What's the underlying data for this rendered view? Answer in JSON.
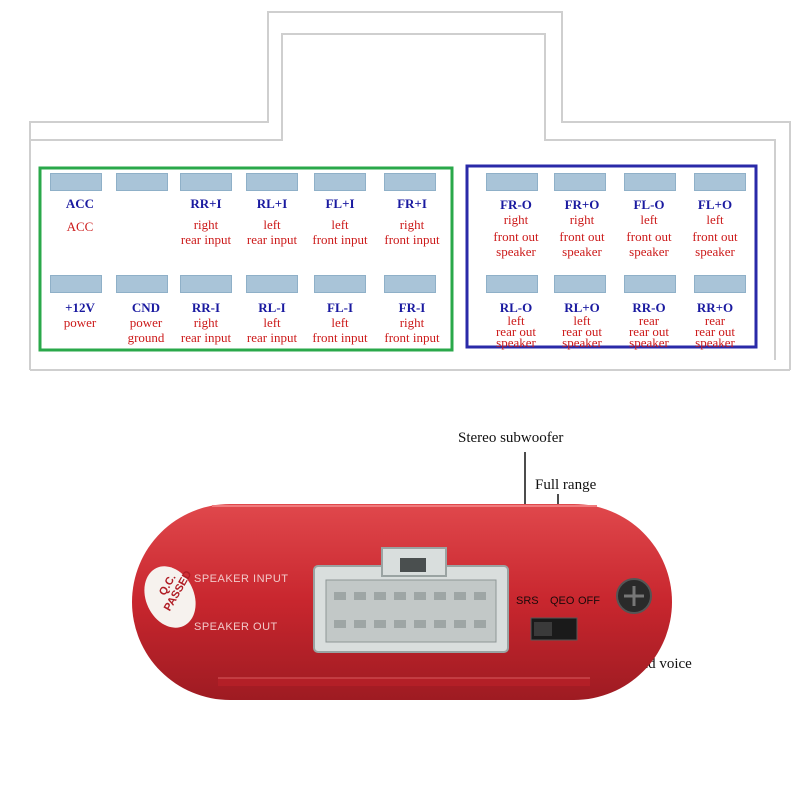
{
  "pins_top_left": [
    {
      "code": "ACC",
      "desc1": "ACC",
      "desc2": ""
    },
    {
      "code": "",
      "desc1": "",
      "desc2": ""
    },
    {
      "code": "RR+I",
      "desc1": "right",
      "desc2": "rear input"
    },
    {
      "code": "RL+I",
      "desc1": "left",
      "desc2": "rear input"
    },
    {
      "code": "FL+I",
      "desc1": "left",
      "desc2": "front input"
    },
    {
      "code": "FR+I",
      "desc1": "right",
      "desc2": "front input"
    }
  ],
  "pins_bottom_left": [
    {
      "code": "+12V",
      "desc1": "power",
      "desc2": ""
    },
    {
      "code": "CND",
      "desc1": "power",
      "desc2": "ground"
    },
    {
      "code": "RR-I",
      "desc1": "right",
      "desc2": "rear input"
    },
    {
      "code": "RL-I",
      "desc1": "left",
      "desc2": "rear input"
    },
    {
      "code": "FL-I",
      "desc1": "left",
      "desc2": "front input"
    },
    {
      "code": "FR-I",
      "desc1": "right",
      "desc2": "front input"
    }
  ],
  "pins_top_right": [
    {
      "code": "FR-O",
      "desc1": "right",
      "desc2": "front out",
      "desc3": "speaker"
    },
    {
      "code": "FR+O",
      "desc1": "right",
      "desc2": "front out",
      "desc3": "speaker"
    },
    {
      "code": "FL-O",
      "desc1": "left",
      "desc2": "front out",
      "desc3": "speaker"
    },
    {
      "code": "FL+O",
      "desc1": "left",
      "desc2": "front out",
      "desc3": "speaker"
    }
  ],
  "pins_bottom_right": [
    {
      "code": "RL-O",
      "desc1": "left",
      "desc2": "rear out",
      "desc3": "speaker"
    },
    {
      "code": "RL+O",
      "desc1": "left",
      "desc2": "rear out",
      "desc3": "speaker"
    },
    {
      "code": "RR-O",
      "desc1": "rear",
      "desc2": "rear out",
      "desc3": "speaker"
    },
    {
      "code": "RR+O",
      "desc1": "rear",
      "desc2": "rear out",
      "desc3": "speaker"
    }
  ],
  "callouts": {
    "stereo_subwoofer": "Stereo subwoofer",
    "full_range": "Full range",
    "original_sound": "Original sound voice"
  },
  "device": {
    "speaker_input": "SPEAKER INPUT",
    "speaker_out": "SPEAKER OUT",
    "badge_line1": "Q.C.",
    "badge_line2": "PASSED",
    "switch_srs": "SRS",
    "switch_qeo": "QEO",
    "switch_off": "OFF"
  },
  "colors": {
    "input_box": "#2aa84a",
    "output_box": "#2a2aa8",
    "pin_slot": "#a9c4d8",
    "device_red": "#c8262e"
  }
}
